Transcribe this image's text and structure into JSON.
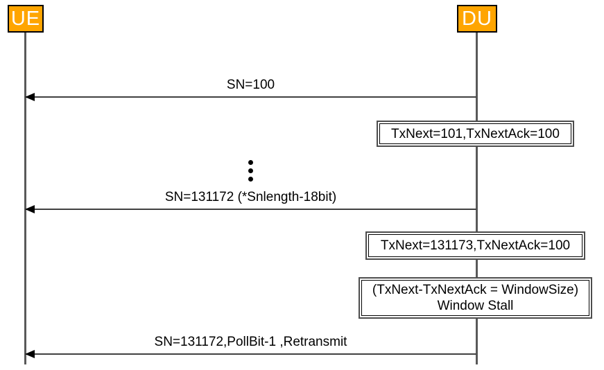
{
  "diagram": {
    "actors": [
      {
        "label": "UE"
      },
      {
        "label": "DU"
      }
    ],
    "messages": [
      {
        "label": "SN=100",
        "from": "DU",
        "to": "UE"
      },
      {
        "label": "SN=131172 (*Snlength-18bit)",
        "from": "DU",
        "to": "UE"
      },
      {
        "label": "SN=131172,PollBit-1 ,Retransmit",
        "from": "DU",
        "to": "UE"
      }
    ],
    "notes": [
      {
        "lines": [
          "TxNext=101,TxNextAck=100"
        ]
      },
      {
        "lines": [
          "TxNext=131173,TxNextAck=100"
        ]
      },
      {
        "lines": [
          "(TxNext-TxNextAck = WindowSize)",
          "Window Stall"
        ]
      }
    ],
    "ellipsis_symbol": "⋮"
  },
  "colors": {
    "background": "#FFFFFF",
    "actor_fill": "#FFA500",
    "actor_border": "#000000",
    "actor_text": "#FFFFFF",
    "lifeline": "#595959",
    "arrow_line": "#404040",
    "arrowhead": "#000000",
    "note_border_outer": "#4D4D4D",
    "note_border_inner": "#000000",
    "text": "#000000"
  }
}
